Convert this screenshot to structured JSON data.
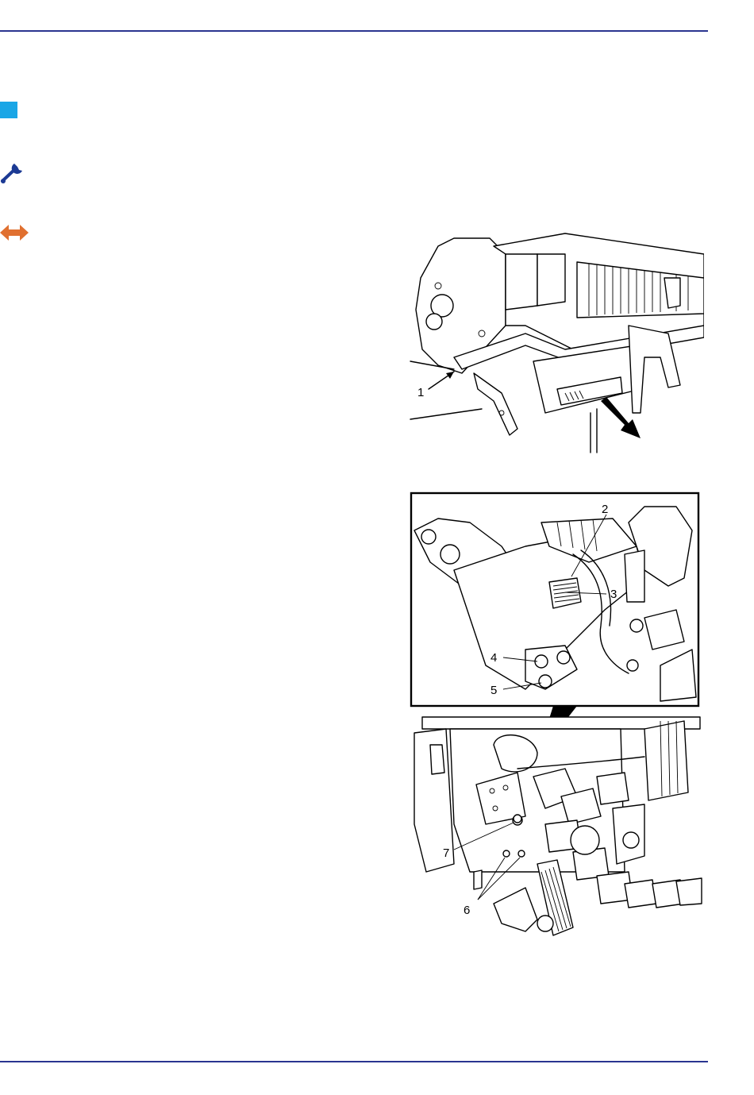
{
  "colors": {
    "rule": "#2a3590",
    "marker": "#1aa6e6",
    "wrench": "#1c3a94",
    "arrows": "#e07030"
  },
  "icons": {
    "square": "square-marker",
    "tool": "wrench-icon",
    "adjust": "double-arrow-icon"
  },
  "figure_top": {
    "callouts": [
      "1"
    ]
  },
  "figure_bottom": {
    "callouts": [
      "2",
      "3",
      "4",
      "5",
      "7",
      "6"
    ]
  }
}
